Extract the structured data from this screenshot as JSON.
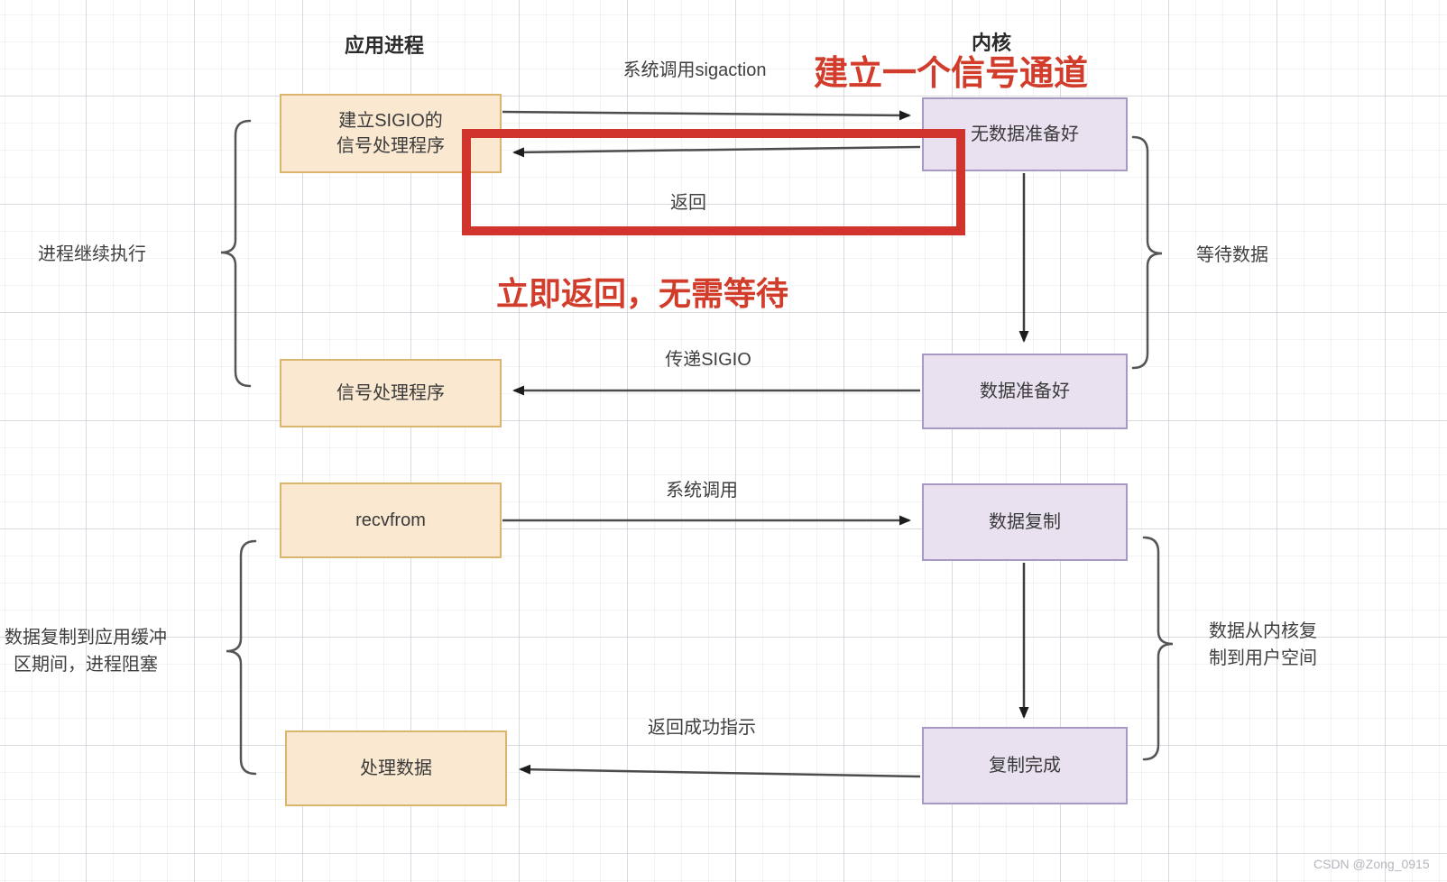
{
  "diagram": {
    "headers": {
      "application": "应用进程",
      "kernel": "内核"
    },
    "red_annotations": {
      "signal_channel": "建立一个信号通道",
      "immediate_return": "立即返回，无需等待"
    },
    "process_boxes": {
      "setup_sigio": {
        "lines": [
          "建立SIGIO的",
          "信号处理程序"
        ]
      },
      "signal_handler": {
        "label": "信号处理程序"
      },
      "recvfrom": {
        "label": "recvfrom"
      },
      "process_data": {
        "label": "处理数据"
      }
    },
    "kernel_boxes": {
      "no_data_ready": {
        "label": "无数据准备好"
      },
      "data_ready": {
        "label": "数据准备好"
      },
      "data_copy": {
        "label": "数据复制"
      },
      "copy_complete": {
        "label": "复制完成"
      }
    },
    "arrow_labels": {
      "sigaction_call": "系统调用sigaction",
      "return": "返回",
      "deliver_sigio": "传递SIGIO",
      "system_call": "系统调用",
      "return_success": "返回成功指示"
    },
    "side_labels": {
      "process_continues": "进程继续执行",
      "copy_blocking": {
        "lines": [
          "数据复制到应用缓冲",
          "区期间，进程阻塞"
        ]
      },
      "wait_for_data": "等待数据",
      "kernel_to_user": {
        "lines": [
          "数据从内核复",
          "制到用户空间"
        ]
      }
    },
    "watermark": "CSDN @Zong_0915",
    "colors": {
      "red_accent": "#d0342c",
      "process_box_fill": "#fae8d0",
      "process_box_border": "#dbb56e",
      "kernel_box_fill": "#e9e1f0",
      "kernel_box_border": "#a898c4",
      "arrow_stroke": "#4c4c4c"
    }
  }
}
